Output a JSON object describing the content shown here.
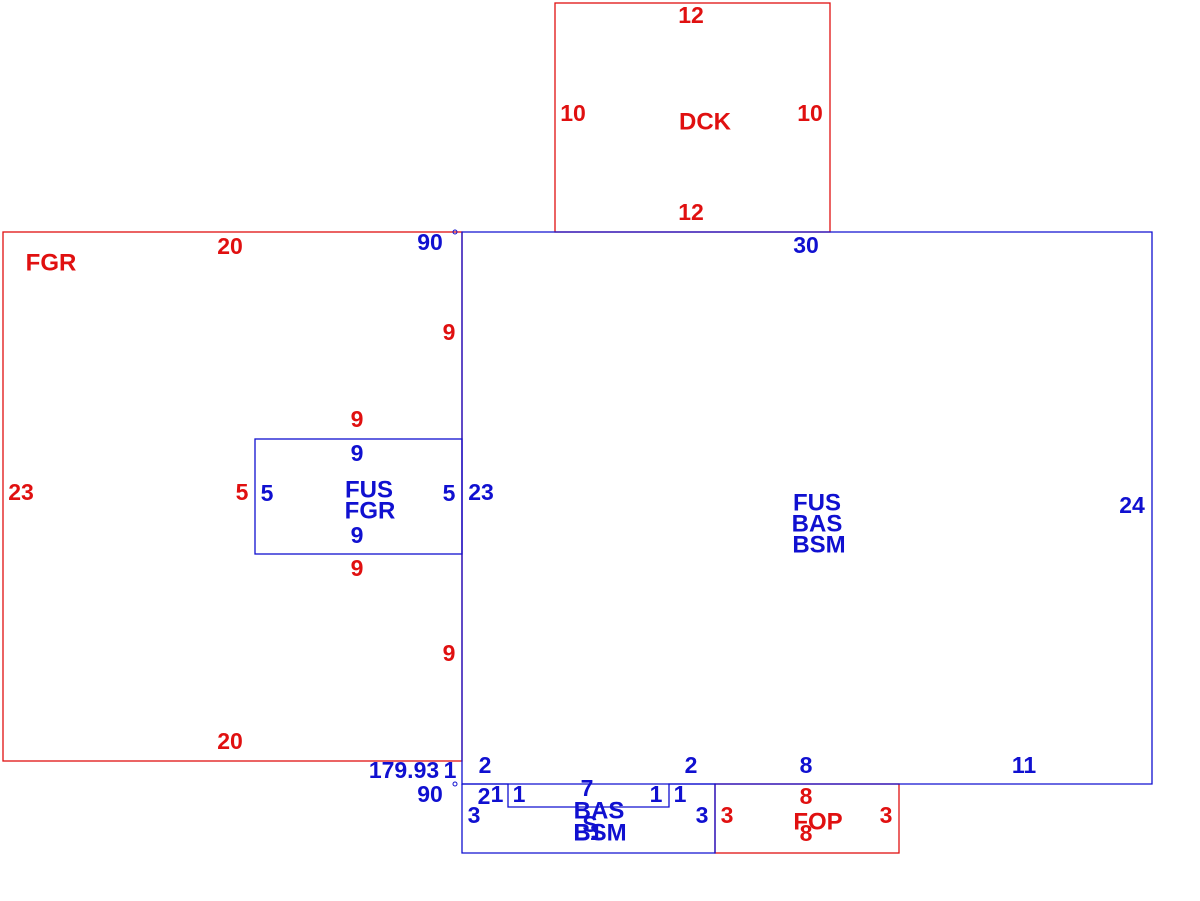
{
  "colors": {
    "red": "#e01010",
    "blue": "#1010d0"
  },
  "areas": {
    "dck": "DCK",
    "fgr_main": "FGR",
    "fus_fgr": [
      "FUS",
      "FGR"
    ],
    "main": [
      "FUS",
      "BAS",
      "BSM"
    ],
    "bump": [
      "BAS",
      "BSM"
    ],
    "fop": "FOP",
    "bump_overlap": [
      "B",
      "S",
      "1"
    ]
  },
  "dims": {
    "dck_top": "12",
    "dck_bottom": "12",
    "dck_left": "10",
    "dck_right": "10",
    "fgr_top": "20",
    "fgr_bottom": "20",
    "fgr_left": "23",
    "fgr_right_upper": "9",
    "fgr_right_lower": "9",
    "fgr_inner_top": "9",
    "fgr_inner_bottom": "9",
    "fgr_inner_left": "5",
    "fus_top": "9",
    "fus_bottom": "9",
    "fus_left": "5",
    "fus_right": "5",
    "angle_top": "90",
    "angle_bottom_1": "179.93",
    "angle_bottom_2": "1",
    "angle_bottom_3": "90",
    "main_top": "30",
    "main_left": "23",
    "main_right": "24",
    "main_b_2a": "2",
    "main_b_2b": "2",
    "main_b_8": "8",
    "main_b_11": "11",
    "bump_1a": "1",
    "bump_1b": "1",
    "bump_2": "2",
    "bump_7": "7",
    "bump_1c": "1",
    "bump_1d": "1",
    "bump_3a": "3",
    "bump_3b": "3",
    "fop_top": "8",
    "fop_bottom": "8",
    "fop_left": "3",
    "fop_right": "3"
  }
}
